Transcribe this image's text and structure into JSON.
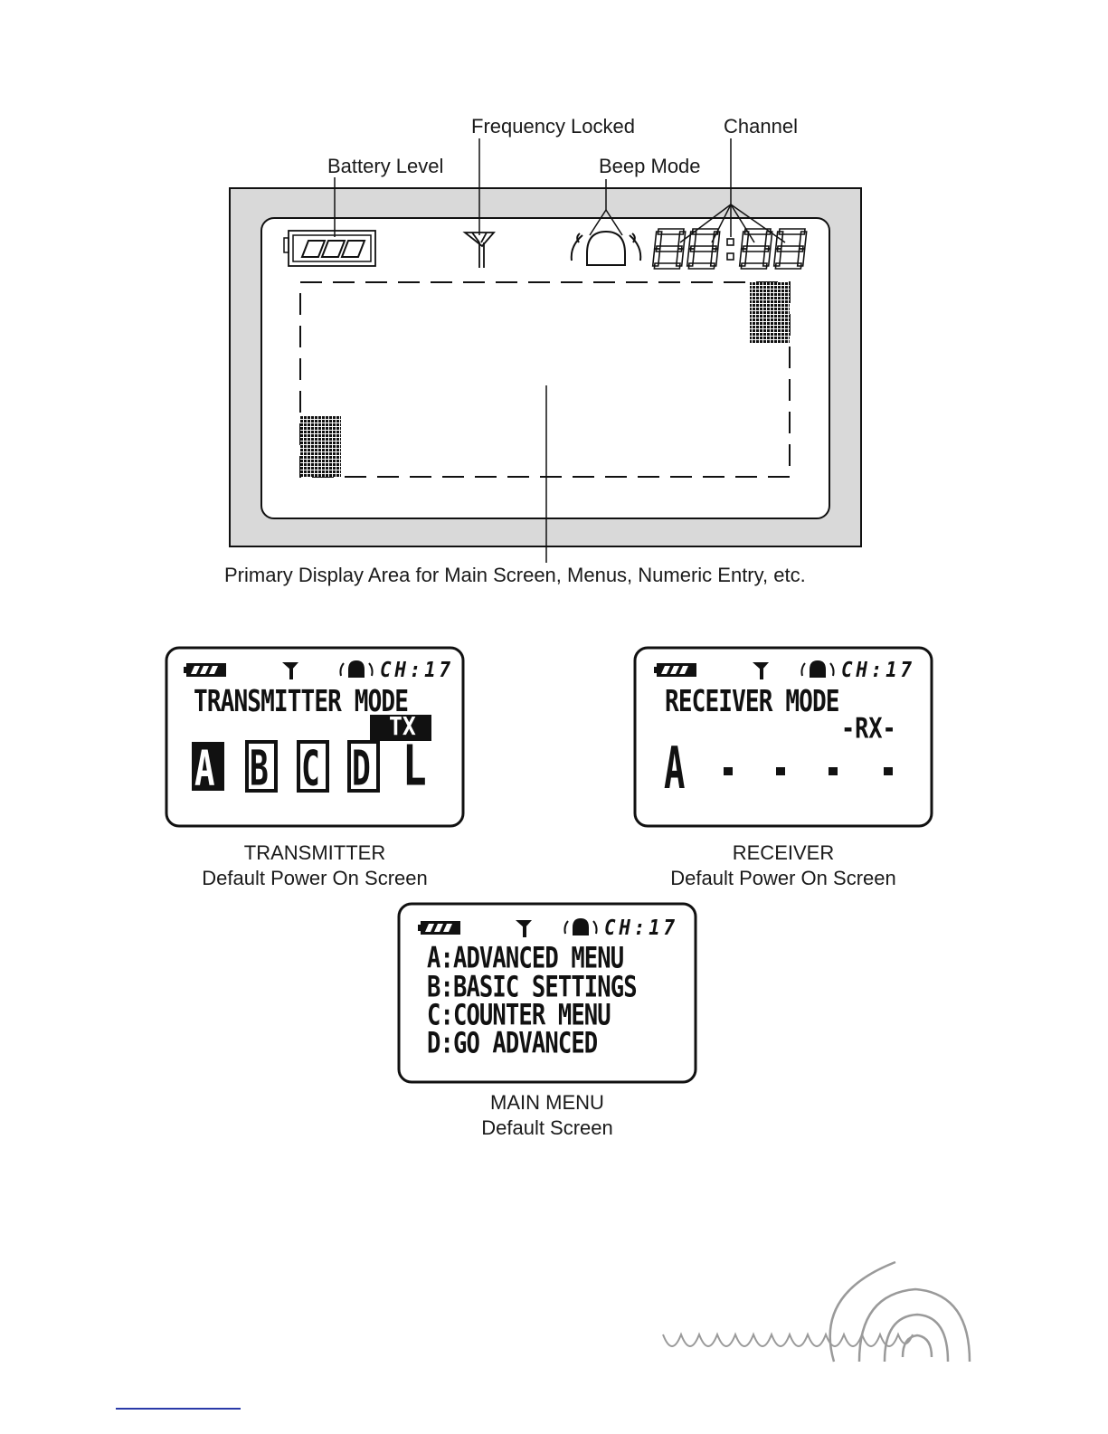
{
  "diagram": {
    "labels": {
      "battery_level": "Battery Level",
      "frequency_locked": "Frequency Locked",
      "beep_mode": "Beep Mode",
      "channel": "Channel",
      "primary_display": "Primary Display Area for Main Screen, Menus, Numeric Entry, etc."
    }
  },
  "screens": {
    "status": {
      "channel": "CH:17"
    },
    "transmitter": {
      "title": "TRANSMITTER MODE",
      "badge": "TX",
      "letters": [
        "A",
        "B",
        "C",
        "D",
        "L"
      ],
      "caption_line1": "TRANSMITTER",
      "caption_line2": "Default Power On Screen"
    },
    "receiver": {
      "title": "RECEIVER MODE",
      "badge": "-RX-",
      "letter": "A",
      "caption_line1": "RECEIVER",
      "caption_line2": "Default Power On Screen"
    },
    "main_menu": {
      "items": [
        "A:ADVANCED MENU",
        "B:BASIC SETTINGS",
        "C:COUNTER MENU",
        "D:GO ADVANCED"
      ],
      "caption_line1": "MAIN MENU",
      "caption_line2": "Default Screen"
    }
  },
  "colors": {
    "lcd_bezel": "#d9d9d9",
    "ink": "#111111",
    "logo": "#9a9a9a",
    "link_line": "#2a3aa8"
  }
}
